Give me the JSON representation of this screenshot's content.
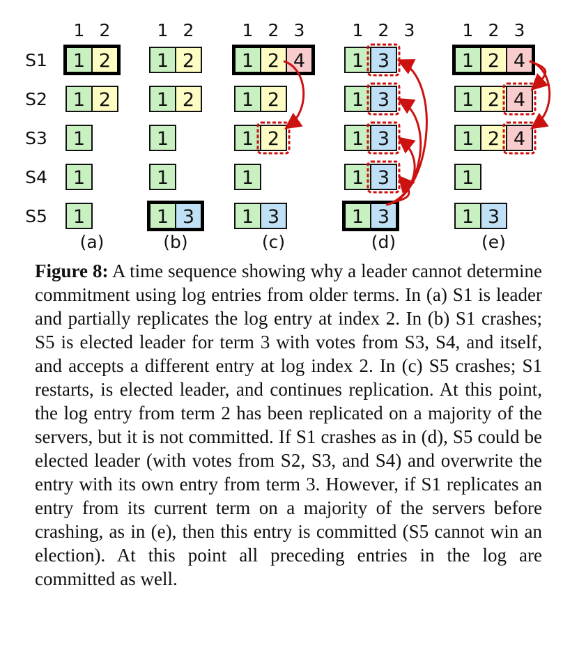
{
  "figure": {
    "index_labels": [
      "1",
      "2",
      "3"
    ],
    "servers": [
      "S1",
      "S2",
      "S3",
      "S4",
      "S5"
    ],
    "colors": {
      "1": "#c8f0c0",
      "2": "#fdfcc2",
      "3": "#bfe0f5",
      "4": "#f8cccc",
      "arrow": "#cc1111",
      "highlight": "#cc1111"
    },
    "panels": [
      {
        "label": "(a)",
        "indices": [
          "1",
          "2"
        ],
        "logs": [
          [
            "1",
            "2"
          ],
          [
            "1",
            "2"
          ],
          [
            "1"
          ],
          [
            "1"
          ],
          [
            "1"
          ]
        ],
        "leader": 0,
        "highlights": [],
        "arrows": []
      },
      {
        "label": "(b)",
        "indices": [
          "1",
          "2"
        ],
        "logs": [
          [
            "1",
            "2"
          ],
          [
            "1",
            "2"
          ],
          [
            "1"
          ],
          [
            "1"
          ],
          [
            "1",
            "3"
          ]
        ],
        "leader": 4,
        "highlights": [],
        "arrows": []
      },
      {
        "label": "(c)",
        "indices": [
          "1",
          "2",
          "3"
        ],
        "logs": [
          [
            "1",
            "2",
            "4"
          ],
          [
            "1",
            "2"
          ],
          [
            "1",
            "2"
          ],
          [
            "1"
          ],
          [
            "1",
            "3"
          ]
        ],
        "leader": 0,
        "highlights": [
          [
            2,
            1
          ]
        ],
        "arrows": [
          {
            "from": 0,
            "to": 2,
            "col": 1
          }
        ]
      },
      {
        "label": "(d)",
        "indices": [
          "1",
          "2",
          "3"
        ],
        "logs": [
          [
            "1",
            "3"
          ],
          [
            "1",
            "3"
          ],
          [
            "1",
            "3"
          ],
          [
            "1",
            "3"
          ],
          [
            "1",
            "3"
          ]
        ],
        "leader": 4,
        "highlights": [
          [
            0,
            1
          ],
          [
            1,
            1
          ],
          [
            2,
            1
          ],
          [
            3,
            1
          ]
        ],
        "arrows": [
          {
            "from": 4,
            "to": 3,
            "col": 1
          },
          {
            "from": 4,
            "to": 2,
            "col": 1
          },
          {
            "from": 4,
            "to": 1,
            "col": 1
          },
          {
            "from": 4,
            "to": 0,
            "col": 1
          }
        ]
      },
      {
        "label": "(e)",
        "indices": [
          "1",
          "2",
          "3"
        ],
        "logs": [
          [
            "1",
            "2",
            "4"
          ],
          [
            "1",
            "2",
            "4"
          ],
          [
            "1",
            "2",
            "4"
          ],
          [
            "1"
          ],
          [
            "1",
            "3"
          ]
        ],
        "leader": 0,
        "highlights": [
          [
            1,
            2
          ],
          [
            2,
            2
          ]
        ],
        "arrows": [
          {
            "from": 0,
            "to": 1,
            "col": 2
          },
          {
            "from": 0,
            "to": 2,
            "col": 2
          }
        ]
      }
    ]
  },
  "caption": {
    "label": "Figure 8:",
    "text": "A time sequence showing why a leader cannot determine commitment using log entries from older terms. In (a) S1 is leader and partially replicates the log entry at index 2. In (b) S1 crashes; S5 is elected leader for term 3 with votes from S3, S4, and itself, and accepts a different entry at log index 2. In (c) S5 crashes; S1 restarts, is elected leader, and continues replication. At this point, the log entry from term 2 has been replicated on a majority of the servers, but it is not committed. If S1 crashes as in (d), S5 could be elected leader (with votes from S2, S3, and S4) and overwrite the entry with its own entry from term 3. However, if S1 replicates an entry from its current term on a majority of the servers before crashing, as in (e), then this entry is committed (S5 cannot win an election). At this point all preceding entries in the log are committed as well."
  }
}
